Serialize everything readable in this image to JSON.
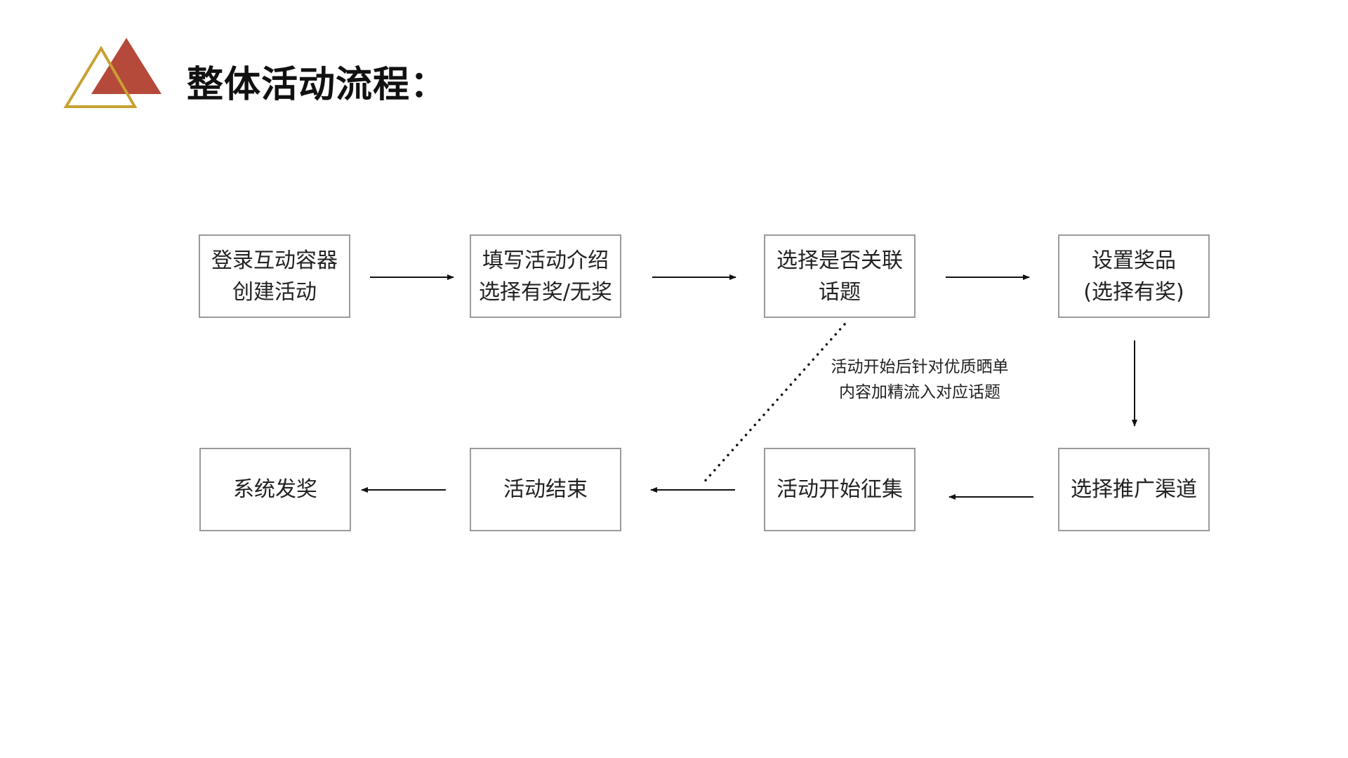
{
  "header": {
    "title": "整体活动流程："
  },
  "flow": {
    "steps": [
      {
        "lines": [
          "登录互动容器",
          "创建活动"
        ]
      },
      {
        "lines": [
          "填写活动介绍",
          "选择有奖/无奖"
        ]
      },
      {
        "lines": [
          "选择是否关联",
          "话题"
        ]
      },
      {
        "lines": [
          "设置奖品",
          "(选择有奖)"
        ]
      },
      {
        "lines": [
          "选择推广渠道"
        ]
      },
      {
        "lines": [
          "活动开始征集"
        ]
      },
      {
        "lines": [
          "活动结束"
        ]
      },
      {
        "lines": [
          "系统发奖"
        ]
      }
    ],
    "annotation": {
      "lines": [
        "活动开始后针对优质晒单",
        "内容加精流入对应话题"
      ]
    }
  },
  "colors": {
    "logo_red": "#b5493a",
    "logo_gold": "#c9a032",
    "box_border": "#9a9a9a",
    "arrow": "#111111"
  }
}
